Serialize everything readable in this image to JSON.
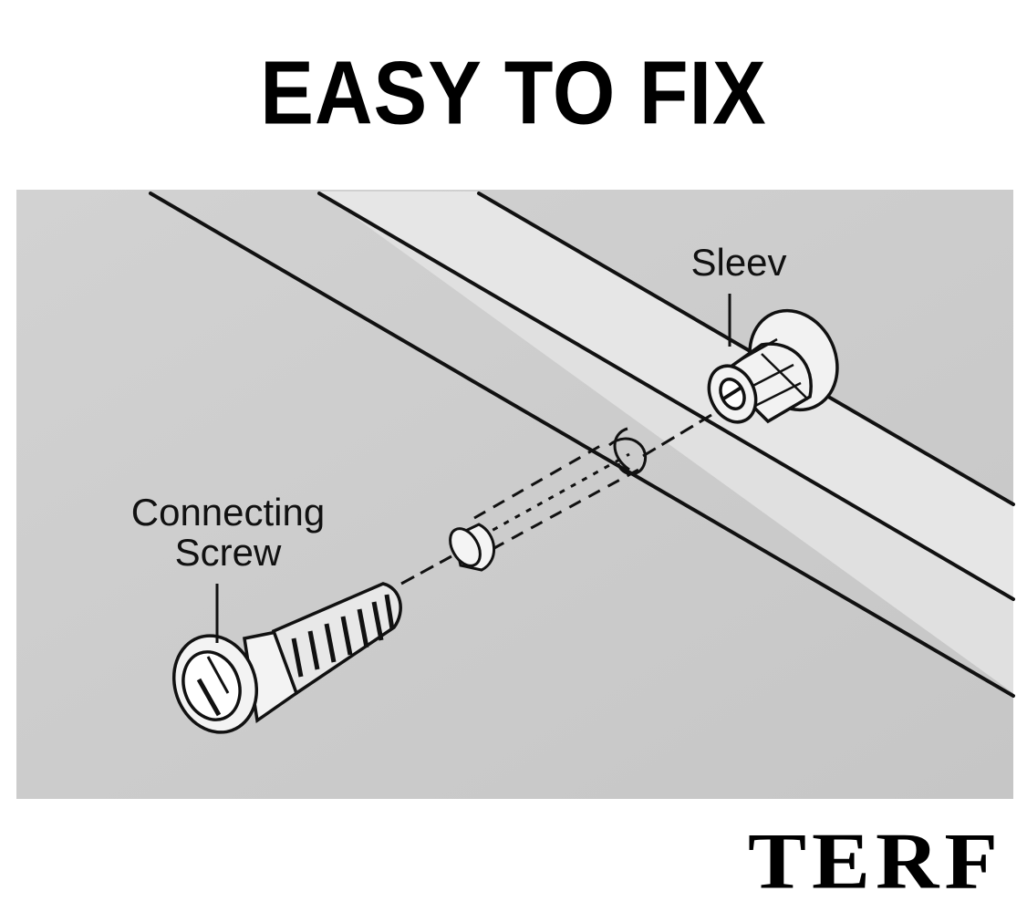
{
  "headline": "EASY TO FIX",
  "labels": {
    "sleeve": "Sleev",
    "screw_line1": "Connecting",
    "screw_line2": "Screw"
  },
  "brand": "TERF",
  "colors": {
    "panel": "#c9c9c9",
    "rail": "#e2e2e2",
    "outline": "#111111",
    "text": "#000000"
  },
  "parts": [
    {
      "name": "connecting-screw"
    },
    {
      "name": "sleeve"
    },
    {
      "name": "dowel-hole"
    }
  ]
}
